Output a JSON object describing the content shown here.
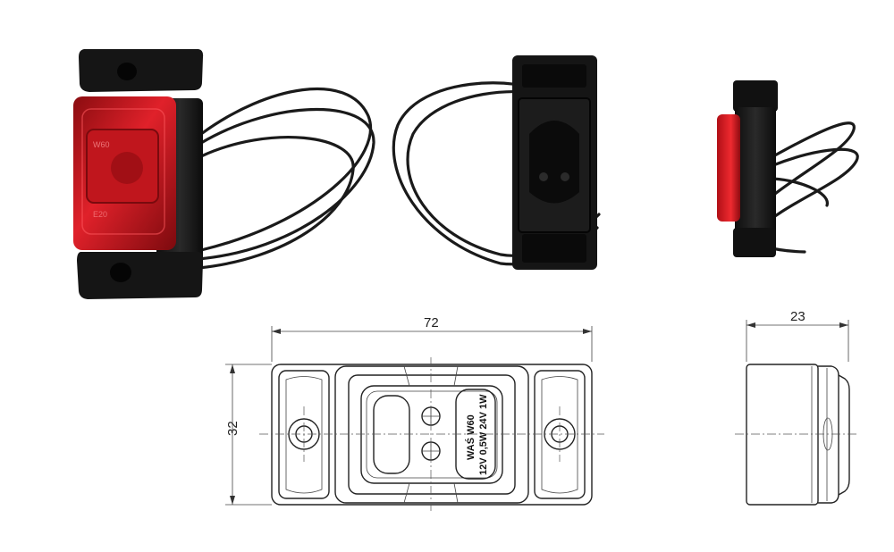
{
  "drawing": {
    "width_dimension": "72",
    "height_dimension": "32",
    "depth_dimension": "23",
    "label_line1": "WAŚ W60",
    "label_line2": "12V 0,5W 24V 1W"
  },
  "colors": {
    "lens_red": "#d4141c",
    "housing_black": "#141414",
    "wire_black": "#1a1a1a",
    "drawing_line": "#222222"
  }
}
